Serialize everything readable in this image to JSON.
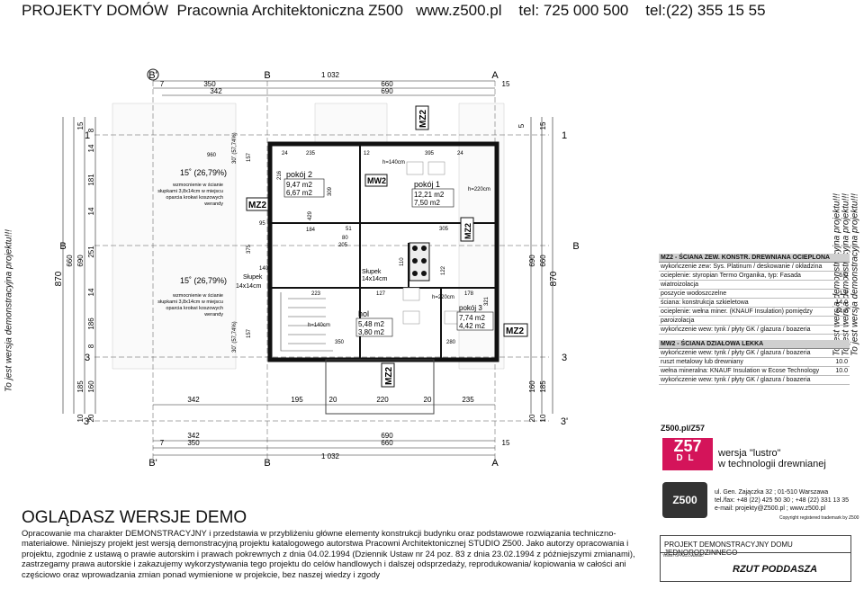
{
  "header": {
    "title": "PROJEKTY DOMÓW",
    "studio": "Pracownia Architektoniczna Z500",
    "website": "www.z500.pl",
    "phone1": "tel: 725 000 500",
    "phone2": "tel:(22) 355 15 55"
  },
  "watermark": "To jest wersja demonstracyjna projektu!!!",
  "plan": {
    "axis_labels": {
      "b1": "B'",
      "b": "B",
      "a": "A",
      "one": "1",
      "three": "3",
      "three1": "3'",
      "top_a": "A",
      "bottom_a": "A",
      "bt": "B",
      "bb": "B'"
    },
    "top_dims": {
      "total": "1 032",
      "d350": "350",
      "d342": "342",
      "d660": "660",
      "d690": "690",
      "d7": "7",
      "d15": "15"
    },
    "bottom_dims": {
      "d342": "342",
      "d195": "195",
      "d20a": "20",
      "d220": "220",
      "d20b": "20",
      "d235": "235",
      "d342b": "342",
      "d690": "690",
      "d350": "350",
      "d660": "660",
      "d7": "7",
      "d15": "15",
      "total": "1 032"
    },
    "left_dims": {
      "d870": "870",
      "d660": "660",
      "d690": "690",
      "d251": "251",
      "d181": "181",
      "d186": "186",
      "d185": "185",
      "d160": "160",
      "d15": "15",
      "d8": "8",
      "d14a": "14",
      "d14b": "14",
      "d14c": "14",
      "d8b": "8",
      "d10": "10",
      "d20": "20"
    },
    "right_dims": {
      "d870": "870",
      "d660": "660",
      "d690": "690",
      "d185": "185",
      "d160": "160",
      "d15": "15",
      "d20": "20",
      "d10": "10",
      "d5": "5"
    },
    "roof_notes": {
      "slope_top": "15˚ (26,79%)",
      "slope_bot": "15˚ (26,79%)",
      "rein_top_1": "wzmocnienie w ścianie",
      "rein_top_2": "słupkami 3,8x14cm w miejscu",
      "rein_top_3": "oparcia krokwi koszowych",
      "rein_top_4": "werandy",
      "rein_bot_1": "wzmocnienie w ścianie",
      "rein_bot_2": "słupkami 3,8x14cm w miejscu",
      "rein_bot_3": "oparcia krokwi koszowych",
      "rein_bot_4": "werandy",
      "slope_small_top": "30˚ (57,74%)",
      "slope_small_bot": "30˚ (57,74%)",
      "d960": "960",
      "d157a": "157",
      "d157b": "157",
      "post": "Słupek",
      "post_size": "14x14cm"
    },
    "rooms": [
      {
        "name": "pokój 2",
        "area": "9,47 m2",
        "area2": "6,67 m2"
      },
      {
        "name": "pokój 1",
        "area": "12,21 m2",
        "area2": "7,50 m2"
      },
      {
        "name": "hol",
        "area": "5,48 m2",
        "area2": "3,80 m2"
      },
      {
        "name": "pokój 3",
        "area": "7,74 m2",
        "area2": "4,42 m2"
      }
    ],
    "labels": {
      "mz2_left": "MZ2",
      "mz2_top": "MZ2",
      "mz2_right": "MZ2",
      "mz2_mid": "MZ2",
      "mz2_bottom": "MZ2",
      "mw2": "MW2",
      "post": "Słupek",
      "post_size": "14x14cm",
      "h140a": "h=140cm",
      "h140b": "h=140cm",
      "h220a": "h=220cm",
      "h220b": "h=220cm",
      "d235": "235",
      "d12": "12",
      "d395": "395",
      "d24a": "24",
      "d24b": "24",
      "d216": "216",
      "d309": "309",
      "d429": "429",
      "d184": "184",
      "d51": "51",
      "d305": "305",
      "d110": "110",
      "d122": "122",
      "d223": "223",
      "d127": "127",
      "d178": "178",
      "d350": "350",
      "d280": "280",
      "d321": "321",
      "d80": "80",
      "d205": "205",
      "d95": "95",
      "d140": "140",
      "d375": "375"
    }
  },
  "legend": {
    "mz2_title": "MZ2 - ŚCIANA ZEW. KONSTR. DREWNIANA OCIEPLONA",
    "mz2_rows": [
      {
        "label": "wykończenie zew: Sys. Platinum / deskowanie / okładzina",
        "value": ""
      },
      {
        "label": "ocieplenie: styropian Termo Organika, typ: Fasada",
        "value": "6.0"
      },
      {
        "label": "wiatroizolacja",
        "value": ""
      },
      {
        "label": "poszycie wodoszczelne",
        "value": "1.2"
      },
      {
        "label": "ściana: konstrukcja szkieletowa",
        "value": "14.0"
      },
      {
        "label": "ocieplenie: wełna miner. (KNAUF Insulation) pomiędzy",
        "value": "14.0"
      },
      {
        "label": "paroizolacja",
        "value": ""
      },
      {
        "label": "wykończenie wew: tynk / płyty GK / glazura / boazeria",
        "value": ""
      }
    ],
    "mw2_title": "MW2 - ŚCIANA DZIAŁOWA LEKKA",
    "mw2_rows": [
      {
        "label": "wykończenie wew: tynk / płyty GK / glazura / boazeria",
        "value": ""
      },
      {
        "label": "ruszt metalowy lub drewniany",
        "value": "10.0"
      },
      {
        "label": "wełna mineralna: KNAUF Insulation w Ecose Technology",
        "value": "10.0"
      },
      {
        "label": "wykończenie wew: tynk / płyty GK / glazura / boazeria",
        "value": ""
      }
    ]
  },
  "branding": {
    "code": "Z500.pl/Z57",
    "logo_main": "Z57",
    "logo_sub": "DL",
    "logo_text_1": "wersja \"lustro\"",
    "logo_text_2": "w technologii drewnianej",
    "company_logo": "Z500",
    "address_1": "ul. Gen. Zajączka 32 ;  01-510 Warszawa",
    "address_2": "tel./fax: +48 (22) 425 50 30 ; +48 (22) 331 13 35",
    "address_3": "e-mail:  projekty@Z500.pl ;  www.z500.pl",
    "copyright": "Copyright registered trademark by Z500"
  },
  "demo": {
    "title": "OGLĄDASZ WERSJE DEMO",
    "text": "Opracowanie ma charakter DEMONSTRACYJNY i przedstawia w przybliżeniu główne elementy konstrukcji budynku oraz podstawowe rozwiązania techniczno-materiałowe. Niniejszy projekt jest wersją demonstracyjną projektu katalogowego autorstwa Pracowni Architektonicznej STUDIO Z500. Jako autorzy opracowania i projektu, zgodnie z ustawą o prawie autorskim i prawach pokrewnych z dnia 04.02.1994 (Dziennik Ustaw nr 24 poz. 83 z dnia 23.02.1994 z późniejszymi zmianami), zastrzegamy prawa autorskie i zakazujemy wykorzystywania tego projektu do celów handlowych i dalszej odsprzedaży, reprodukowania/ kopiowania w całości ani częściowo oraz wprowadzania zmian ponad wymienione w projekcie, bez naszej wiedzy i zgody"
  },
  "titleblock": {
    "project": "PROJEKT DEMONSTRACYJNY DOMU JEDNORODZINNEGO",
    "label": "TEMAT OPRACOWANIA:",
    "sheet": "RZUT PODDASZA"
  }
}
